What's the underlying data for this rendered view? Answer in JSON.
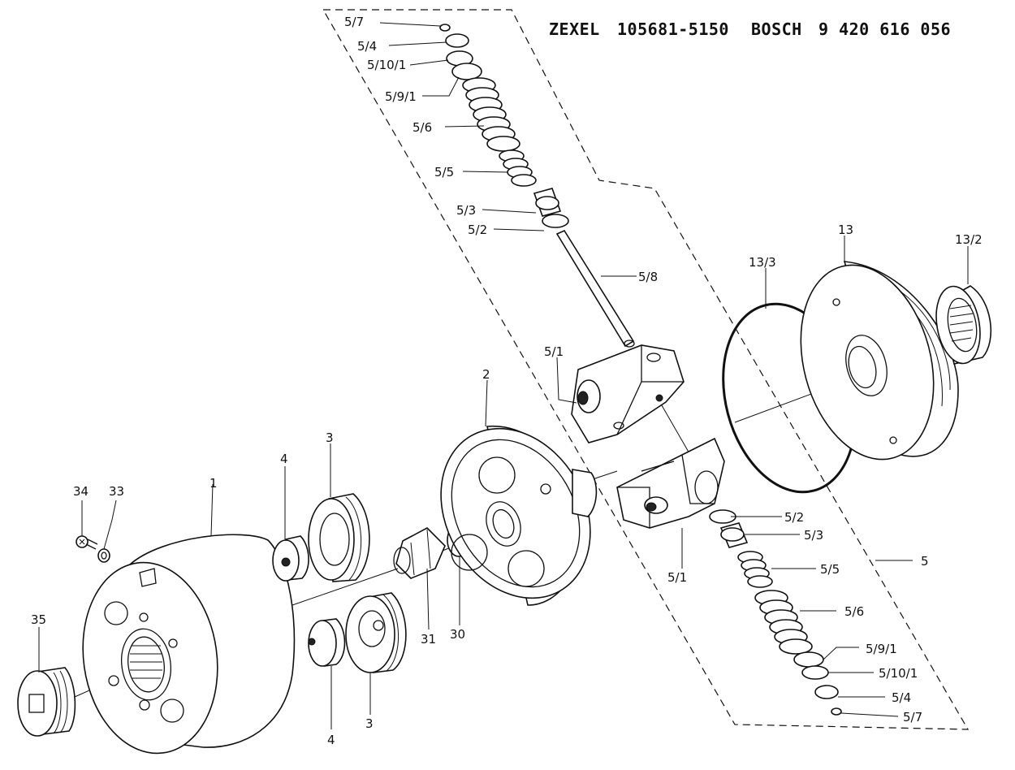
{
  "header": {
    "brand1": "ZEXEL",
    "num1": "105681-5150",
    "brand2": "BOSCH",
    "num2": "9 420 616 056"
  },
  "labels": {
    "l_5_7_top": "5/7",
    "l_5_4_top": "5/4",
    "l_5_10_1_top": "5/10/1",
    "l_5_9_1_top": "5/9/1",
    "l_5_6_top": "5/6",
    "l_5_5_top": "5/5",
    "l_5_3_top": "5/3",
    "l_5_2_top": "5/2",
    "l_5_8": "5/8",
    "l_5_1_top": "5/1",
    "l_2": "2",
    "l_13": "13",
    "l_13_2": "13/2",
    "l_13_3": "13/3",
    "l_5_2_bot": "5/2",
    "l_5_3_bot": "5/3",
    "l_5_5_bot": "5/5",
    "l_5": "5",
    "l_5_1_bot": "5/1",
    "l_5_6_bot": "5/6",
    "l_5_9_1_bot": "5/9/1",
    "l_5_10_1_bot": "5/10/1",
    "l_5_4_bot": "5/4",
    "l_5_7_bot": "5/7",
    "l_4_top": "4",
    "l_3_top": "3",
    "l_1": "1",
    "l_34": "34",
    "l_33": "33",
    "l_31": "31",
    "l_30": "30",
    "l_35": "35",
    "l_4_bot": "4",
    "l_3_bot": "3"
  }
}
